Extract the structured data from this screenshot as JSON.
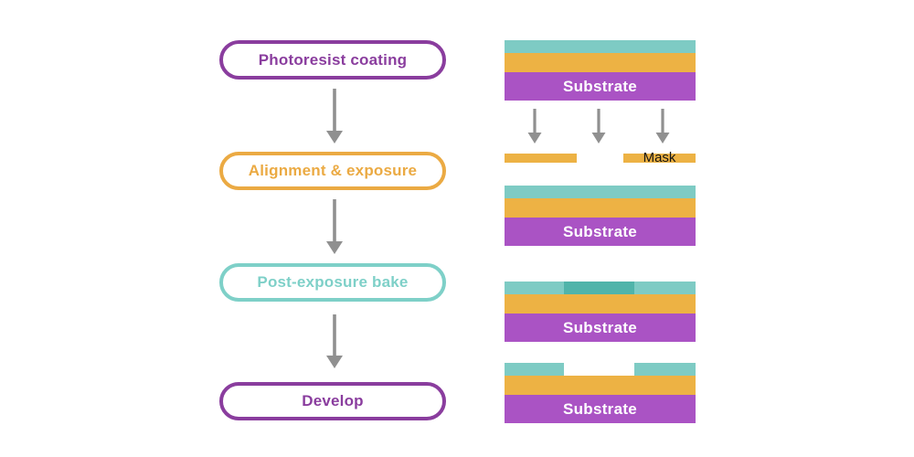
{
  "flow": {
    "steps": [
      {
        "label": "Photoresist coating",
        "color": "purple"
      },
      {
        "label": "Alignment & exposure",
        "color": "orange"
      },
      {
        "label": "Post-exposure bake",
        "color": "teal"
      },
      {
        "label": "Develop",
        "color": "purple"
      }
    ]
  },
  "stacks": [
    {
      "substrate_label": "Substrate"
    },
    {
      "substrate_label": "Substrate"
    },
    {
      "substrate_label": "Substrate"
    },
    {
      "substrate_label": "Substrate"
    }
  ],
  "mask": {
    "label": "Mask"
  },
  "colors": {
    "node-purple": "#8a3d9e",
    "node-orange": "#ebaa43",
    "node-teal": "#7ed0c8",
    "layer-teal": "#7ecbc4",
    "layer-teal-dark": "#50b4aa",
    "layer-orange": "#edb244",
    "layer-purple": "#aa53c4",
    "arrow-gray": "#909090",
    "substrate-text": "#ffffff",
    "mask-text": "#141414"
  }
}
